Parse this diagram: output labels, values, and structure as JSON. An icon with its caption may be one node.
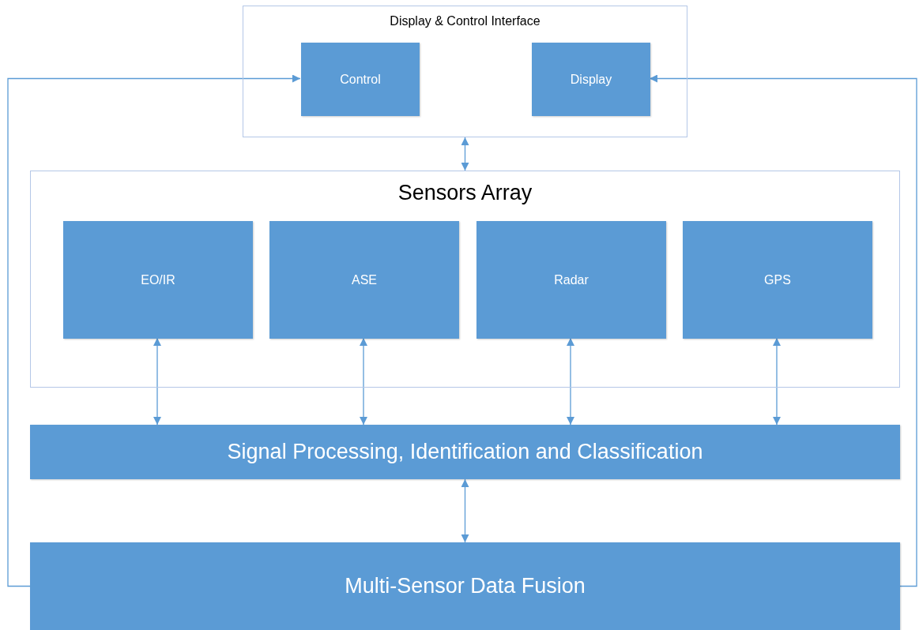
{
  "diagram": {
    "nodes": [
      {
        "text": [
          "Display & Control Interface"
        ]
      },
      {
        "text": [
          "Control"
        ],
        "in": 0
      },
      {
        "text": [
          "Display"
        ],
        "in": 0
      },
      {
        "text": [
          "Sensors Array"
        ]
      },
      {
        "text": [
          "EO/IR"
        ],
        "in": 3
      },
      {
        "text": [
          "ASE"
        ],
        "in": 3
      },
      {
        "text": [
          "Radar"
        ],
        "in": 3
      },
      {
        "text": [
          "GPS"
        ],
        "in": 3
      },
      {
        "text": [
          "Signal Processing, Identification and Classification"
        ]
      },
      {
        "text": [
          "Multi-Sensor Data Fusion"
        ]
      }
    ],
    "edges": [
      {
        "from": 0,
        "to": 3,
        "arrow": "both"
      },
      {
        "from": 4,
        "to": 8,
        "arrow": "both"
      },
      {
        "from": 5,
        "to": 8,
        "arrow": "both"
      },
      {
        "from": 6,
        "to": 8,
        "arrow": "both"
      },
      {
        "from": 7,
        "to": 8,
        "arrow": "both"
      },
      {
        "from": 8,
        "to": 9,
        "arrow": "both"
      },
      {
        "from": 9,
        "to": 1,
        "arrow": "to"
      },
      {
        "from": 9,
        "to": 2,
        "arrow": "to"
      }
    ]
  }
}
